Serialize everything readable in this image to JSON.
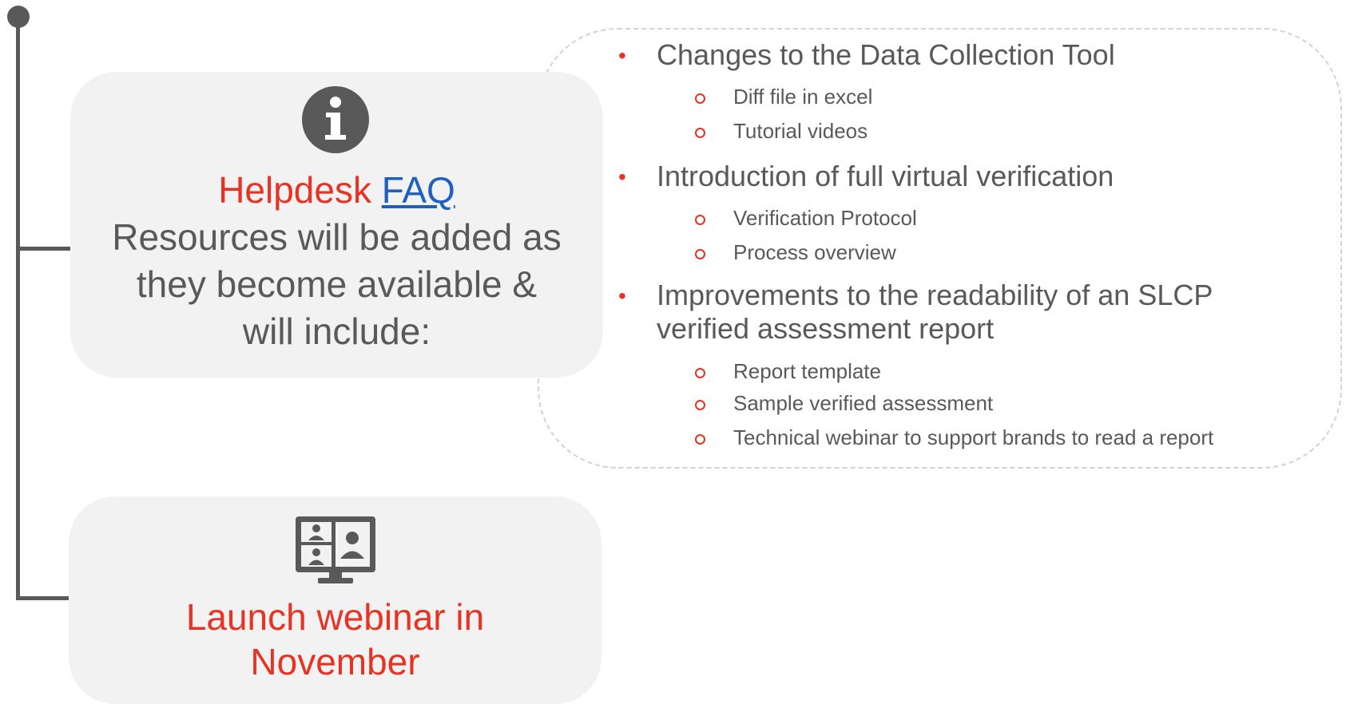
{
  "colors": {
    "accent_red": "#e63323",
    "link_blue": "#1f5fbf",
    "text_gray": "#595959",
    "card_bg": "#f2f2f2",
    "connector": "#595959"
  },
  "helpdesk_card": {
    "icon": "info-icon",
    "title_red": "Helpdesk",
    "title_link": "FAQ",
    "body_lines": [
      "Resources will be added as",
      "they become available &",
      "will include:"
    ]
  },
  "resources": [
    {
      "label": "Changes to the Data Collection Tool",
      "sub": [
        "Diff file in excel",
        "Tutorial videos"
      ]
    },
    {
      "label": "Introduction of full virtual verification",
      "sub": [
        "Verification Protocol",
        "Process overview"
      ]
    },
    {
      "label_lines": [
        "Improvements to the readability of an SLCP",
        "verified assessment report"
      ],
      "sub": [
        "Report template",
        "Sample verified assessment",
        "Technical webinar to support brands to read a report"
      ]
    }
  ],
  "webinar_card": {
    "icon": "video-conference-icon",
    "title_lines": [
      "Launch webinar in",
      "November"
    ]
  }
}
